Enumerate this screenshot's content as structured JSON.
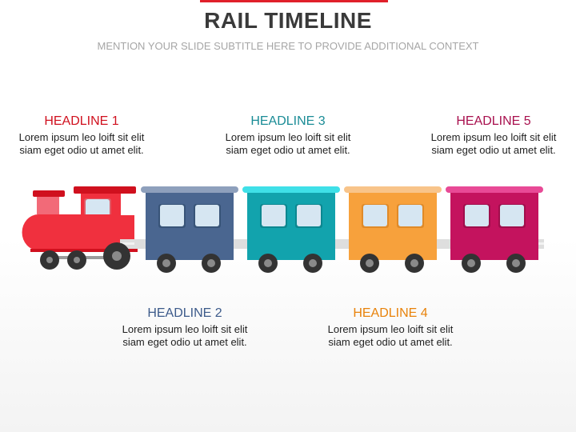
{
  "slide": {
    "title": "RAIL TIMELINE",
    "subtitle": "MENTION YOUR SLIDE SUBTITLE HERE TO PROVIDE ADDITIONAL CONTEXT"
  },
  "colors": {
    "accent": "#e0202a",
    "headline_1": "#d0101e",
    "headline_2": "#3c5a8a",
    "headline_3": "#1a8c96",
    "headline_4": "#e8820a",
    "headline_5": "#a8104e"
  },
  "headlines": [
    {
      "title": "HEADLINE 1",
      "line1": "Lorem ipsum leo loift sit elit",
      "line2": "siam eget odio ut amet elit."
    },
    {
      "title": "HEADLINE 2",
      "line1": "Lorem ipsum leo loift sit elit",
      "line2": "siam eget odio ut amet elit."
    },
    {
      "title": "HEADLINE 3",
      "line1": "Lorem ipsum leo loift sit elit",
      "line2": "siam eget odio ut amet elit."
    },
    {
      "title": "HEADLINE 4",
      "line1": "Lorem ipsum leo loift sit elit",
      "line2": "siam eget odio ut amet elit."
    },
    {
      "title": "HEADLINE 5",
      "line1": "Lorem ipsum leo loift sit elit",
      "line2": "siam eget odio ut amet elit."
    }
  ],
  "train": {
    "icon": "locomotive-icon",
    "cars": [
      {
        "name": "car-2",
        "body": "#4a6690",
        "roof": "#8ea0bc"
      },
      {
        "name": "car-3",
        "body": "#12a3ad",
        "roof": "#3fe0e8"
      },
      {
        "name": "car-4",
        "body": "#f7a13c",
        "roof": "#f8c48a"
      },
      {
        "name": "car-5",
        "body": "#c4135e",
        "roof": "#e84a96"
      }
    ]
  }
}
